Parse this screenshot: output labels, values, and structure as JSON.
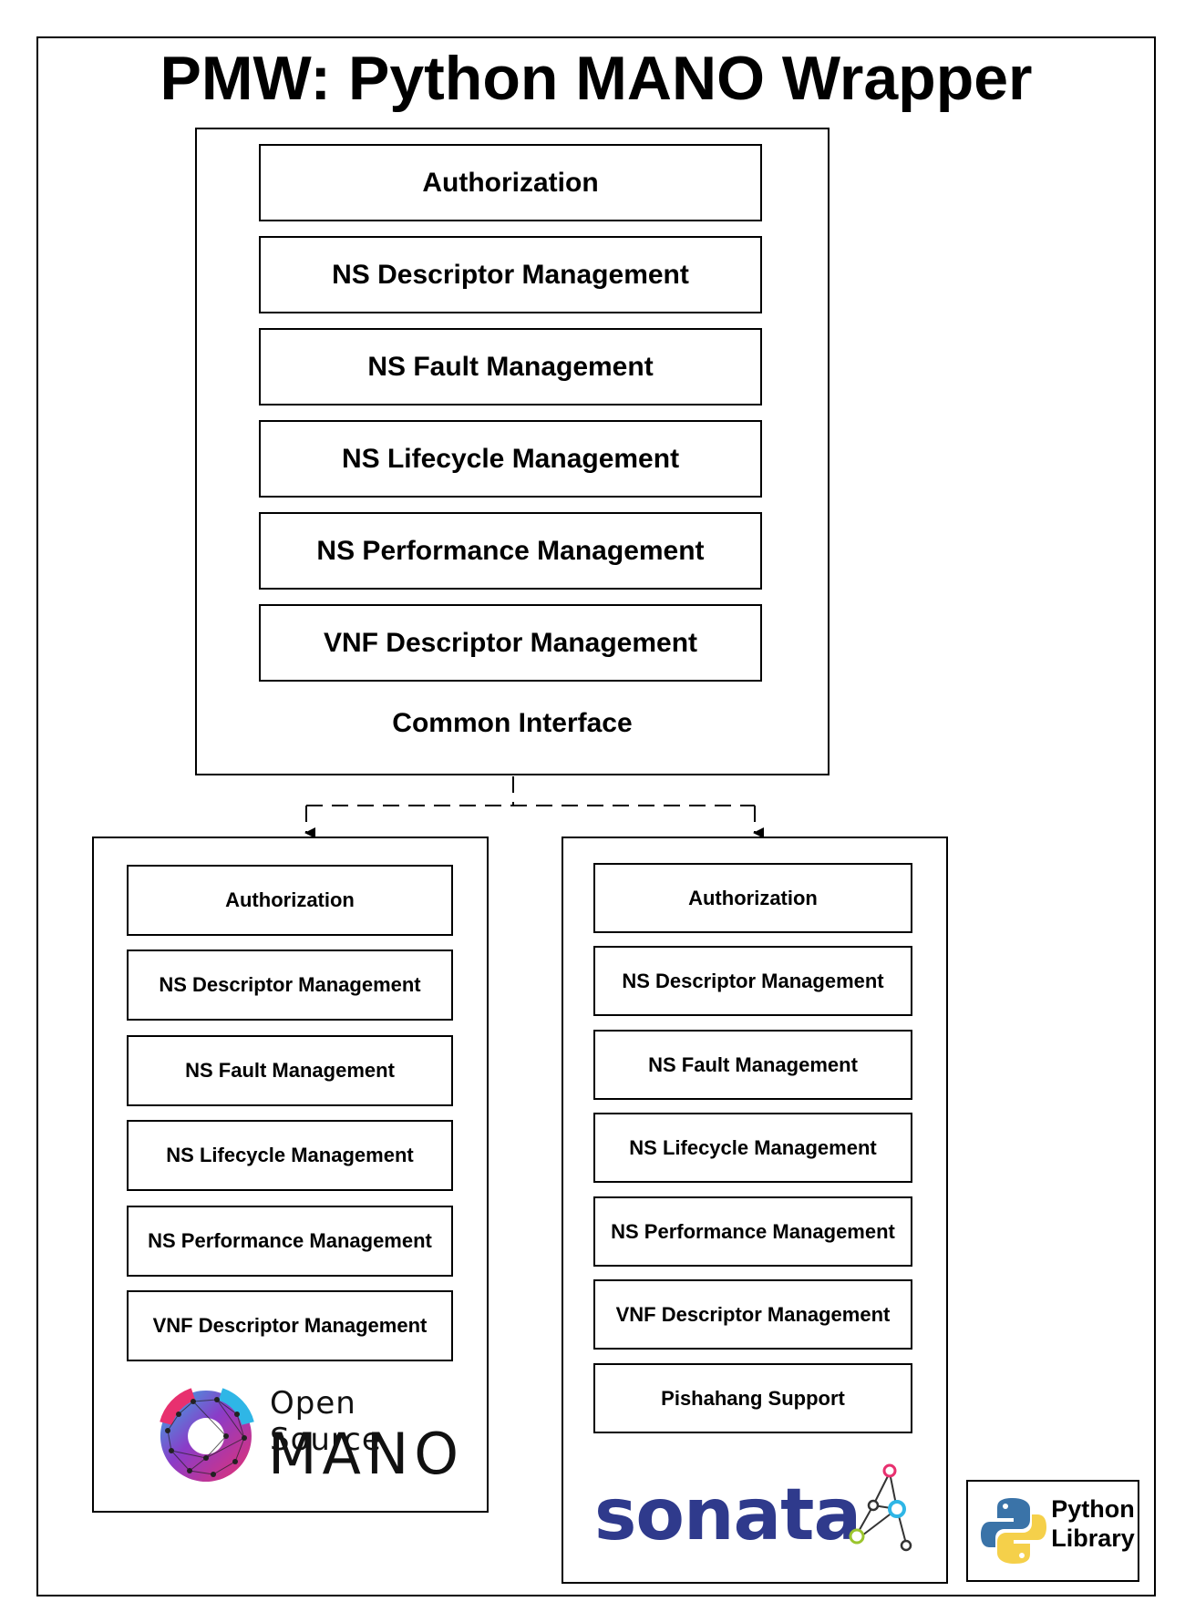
{
  "title": "PMW: Python MANO Wrapper",
  "common_interface": {
    "label": "Common Interface",
    "items": [
      "Authorization",
      "NS Descriptor Management",
      "NS Fault Management",
      "NS Lifecycle Management",
      "NS Performance Management",
      "VNF Descriptor Management"
    ]
  },
  "osm": {
    "items": [
      "Authorization",
      "NS Descriptor Management",
      "NS Fault Management",
      "NS Lifecycle Management",
      "NS Performance Management",
      "VNF Descriptor Management"
    ],
    "logo_line1": "Open Source",
    "logo_line2": "MANO"
  },
  "sonata": {
    "items": [
      "Authorization",
      "NS Descriptor Management",
      "NS Fault Management",
      "NS Lifecycle Management",
      "NS Performance Management",
      "VNF Descriptor Management",
      "Pishahang Support"
    ],
    "logo_text": "sonata"
  },
  "python_library": {
    "line1": "Python",
    "line2": "Library"
  },
  "colors": {
    "sonata_blue": "#2f3a8c",
    "osm_pink": "#e8306f",
    "osm_purple": "#8a3cc8",
    "osm_cyan": "#2fb6e6",
    "python_blue": "#3a73a8",
    "python_yellow": "#f5d04a"
  }
}
